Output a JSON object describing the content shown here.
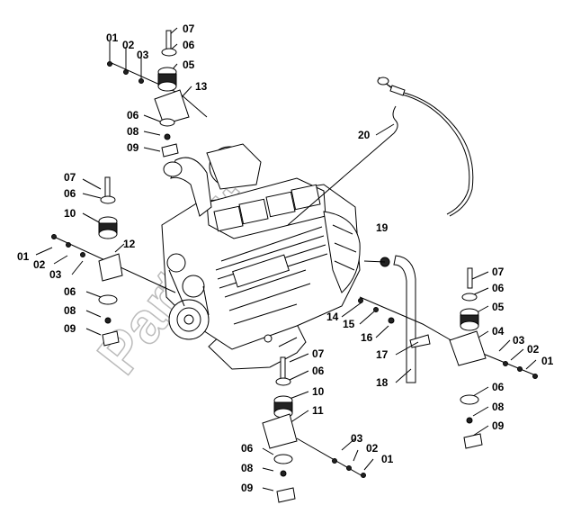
{
  "labels": {
    "top_01": "01",
    "top_02": "02",
    "top_03": "03",
    "top_07": "07",
    "top_06a": "06",
    "top_05": "05",
    "top_13": "13",
    "top_06b": "06",
    "top_08": "08",
    "top_09": "09",
    "l_07": "07",
    "l_06a": "06",
    "l_10": "10",
    "l_12": "12",
    "l_01": "01",
    "l_02": "02",
    "l_03": "03",
    "l_06b": "06",
    "l_08": "08",
    "l_09": "09",
    "c_20": "20",
    "c_19": "19",
    "c_14": "14",
    "c_15": "15",
    "c_16": "16",
    "c_17": "17",
    "c_18": "18",
    "b_07": "07",
    "b_06a": "06",
    "b_10": "10",
    "b_11": "11",
    "b_06b": "06",
    "b_08": "08",
    "b_09": "09",
    "b_03": "03",
    "b_02": "02",
    "b_01": "01",
    "r_07": "07",
    "r_06a": "06",
    "r_05": "05",
    "r_04": "04",
    "r_03": "03",
    "r_02": "02",
    "r_01": "01",
    "r_06b": "06",
    "r_08": "08",
    "r_09": "09"
  },
  "watermark": "Partsoft"
}
